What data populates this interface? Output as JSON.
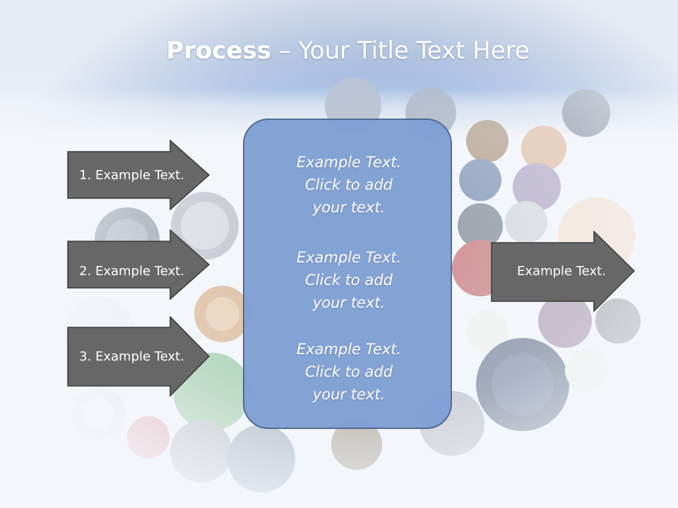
{
  "title": {
    "bold": "Process",
    "rest": " – Your Title Text Here"
  },
  "left_arrows": [
    {
      "label": "1. Example Text."
    },
    {
      "label": "2. Example Text."
    },
    {
      "label": "3. Example Text."
    }
  ],
  "center_box": {
    "paragraphs": [
      {
        "line1": "Example Text.",
        "line2": "Click  to add",
        "line3": "your text."
      },
      {
        "line1": "Example Text.",
        "line2": "Click  to add",
        "line3": "your text."
      },
      {
        "line1": "Example Text.",
        "line2": "Click  to add",
        "line3": "your text."
      }
    ]
  },
  "right_arrow": {
    "label": "Example Text."
  },
  "colors": {
    "header_blue": "#4a74bb",
    "arrow_fill": "#676767",
    "arrow_stroke": "#3a3a3a",
    "box_fill": "#7f9fd4",
    "box_stroke": "#4b6591"
  }
}
